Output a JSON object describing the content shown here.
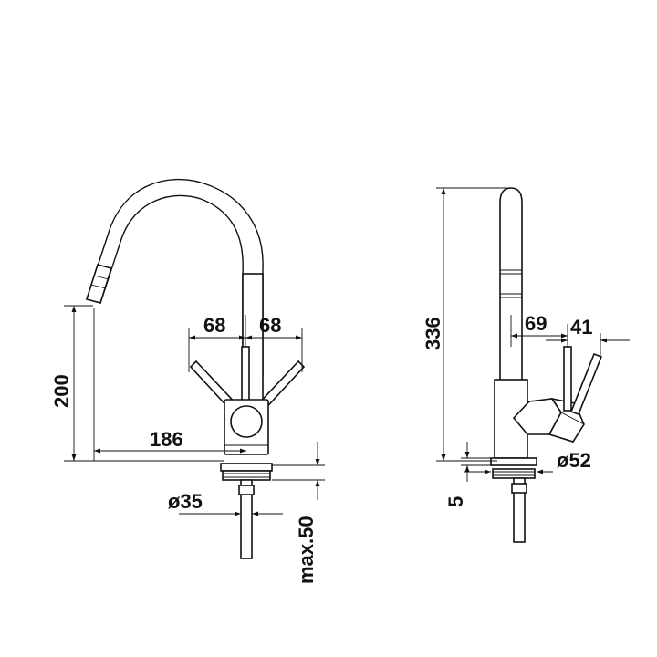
{
  "front_view": {
    "dim_handle_left": "68",
    "dim_handle_right": "68",
    "dim_spout_height": "200",
    "dim_reach": "186",
    "dim_shank_diameter": "ø35",
    "dim_max_thickness": "max.50"
  },
  "side_view": {
    "dim_total_height": "336",
    "dim_spout_offset": "69",
    "dim_handle_offset": "41",
    "dim_base_diameter": "ø52",
    "dim_base_thickness": "5"
  },
  "colors": {
    "line": "#111111",
    "background": "#ffffff"
  }
}
